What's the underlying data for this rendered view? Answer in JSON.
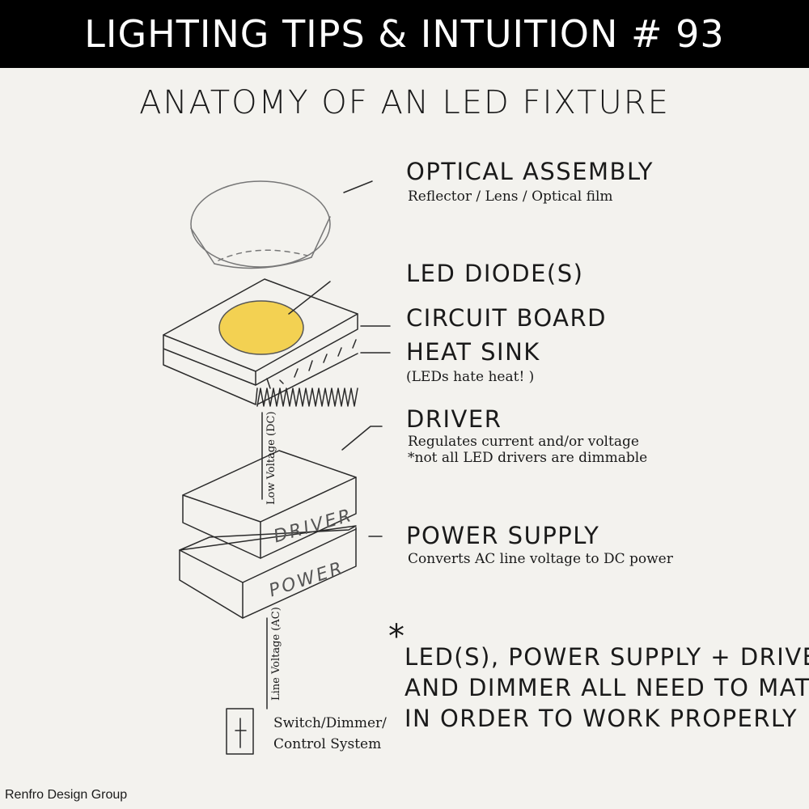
{
  "header": {
    "title": "LIGHTING TIPS & INTUITION # 93"
  },
  "main_title": "ANATOMY OF AN LED FIXTURE",
  "components": [
    {
      "label": "OPTICAL ASSEMBLY",
      "description": "Reflector / Lens / Optical film"
    },
    {
      "label": "LED DIODE(S)",
      "description": ""
    },
    {
      "label": "CIRCUIT BOARD",
      "description": ""
    },
    {
      "label": "HEAT SINK",
      "description": "(LEDs hate heat! )"
    },
    {
      "label": "DRIVER",
      "description": "Regulates current and/or voltage",
      "note": "*not all LED drivers are dimmable"
    },
    {
      "label": "POWER SUPPLY",
      "description": "Converts AC line voltage to DC power"
    }
  ],
  "box_labels": {
    "driver": "DRIVER",
    "power": "POWER"
  },
  "wires": {
    "low": "Low Voltage (DC)",
    "line": "Line Voltage (AC)"
  },
  "switch_label": {
    "line1": "Switch/Dimmer/",
    "line2": "Control System"
  },
  "note": {
    "asterisk": "*",
    "line1": "LED(S), POWER SUPPLY + DRIVER",
    "line2": "AND DIMMER ALL NEED TO MATCH",
    "line3": "IN ORDER TO WORK PROPERLY"
  },
  "colors": {
    "led": "#f3d152",
    "background": "#f3f2ee",
    "header": "#000000"
  },
  "footer": "Renfro Design Group"
}
